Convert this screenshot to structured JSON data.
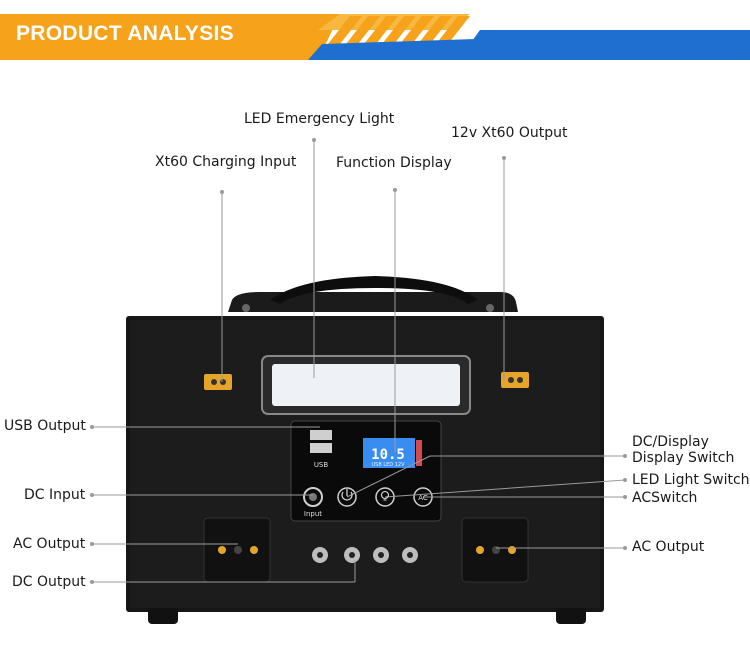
{
  "banner": {
    "title": "PRODUCT ANALYSIS"
  },
  "callouts": {
    "led_emergency_light": "LED Emergency Light",
    "xt60_charging_input": "Xt60 Charging Input",
    "function_display": "Function Display",
    "output_12v_xt60": "12v Xt60 Output",
    "usb_output": "USB Output",
    "dc_input": "DC Input",
    "ac_output_left": "AC Output",
    "dc_output": "DC Output",
    "dc_display_switch_line1": "DC/Display",
    "dc_display_switch_line2": "Display Switch",
    "led_light_switch": "LED Light Switch",
    "ac_switch": "ACSwitch",
    "ac_output_right": "AC Output"
  },
  "panel": {
    "usb_label": "USB",
    "input_label": "Input",
    "ac_button_label": "AC",
    "display_reading": "10.5",
    "display_sub": "USB LED 12V"
  },
  "colors": {
    "banner_orange": "#f7a21b",
    "banner_blue": "#1f6fd1",
    "device_body": "#161616",
    "display_blue": "#3a8df0",
    "xt60_yellow": "#e6a52a"
  }
}
